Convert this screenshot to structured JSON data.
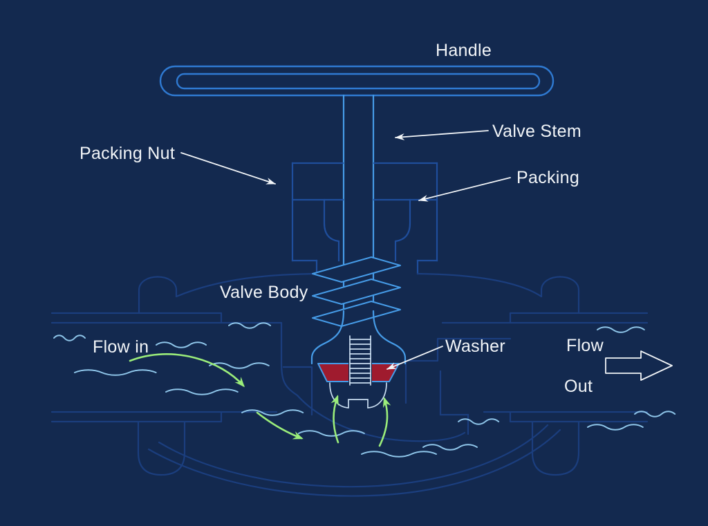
{
  "labels": {
    "handle": "Handle",
    "valve_stem": "Valve Stem",
    "packing_nut": "Packing Nut",
    "packing": "Packing",
    "valve_body": "Valve Body",
    "washer": "Washer",
    "flow_in": "Flow in",
    "flow_out_top": "Flow",
    "flow_out_bottom": "Out"
  },
  "colors": {
    "background": "#13294f",
    "body_line": "#1b3e7e",
    "bright_line": "#469ce8",
    "handle_line": "#2f7ad2",
    "medium_line": "#1f4e9c",
    "water": "#8fc6ea",
    "flow_green": "#9bed7a",
    "label_color": "#f2f5f8",
    "washer_fill": "#9f1b2e",
    "plug_line": "#c9ddf1"
  }
}
